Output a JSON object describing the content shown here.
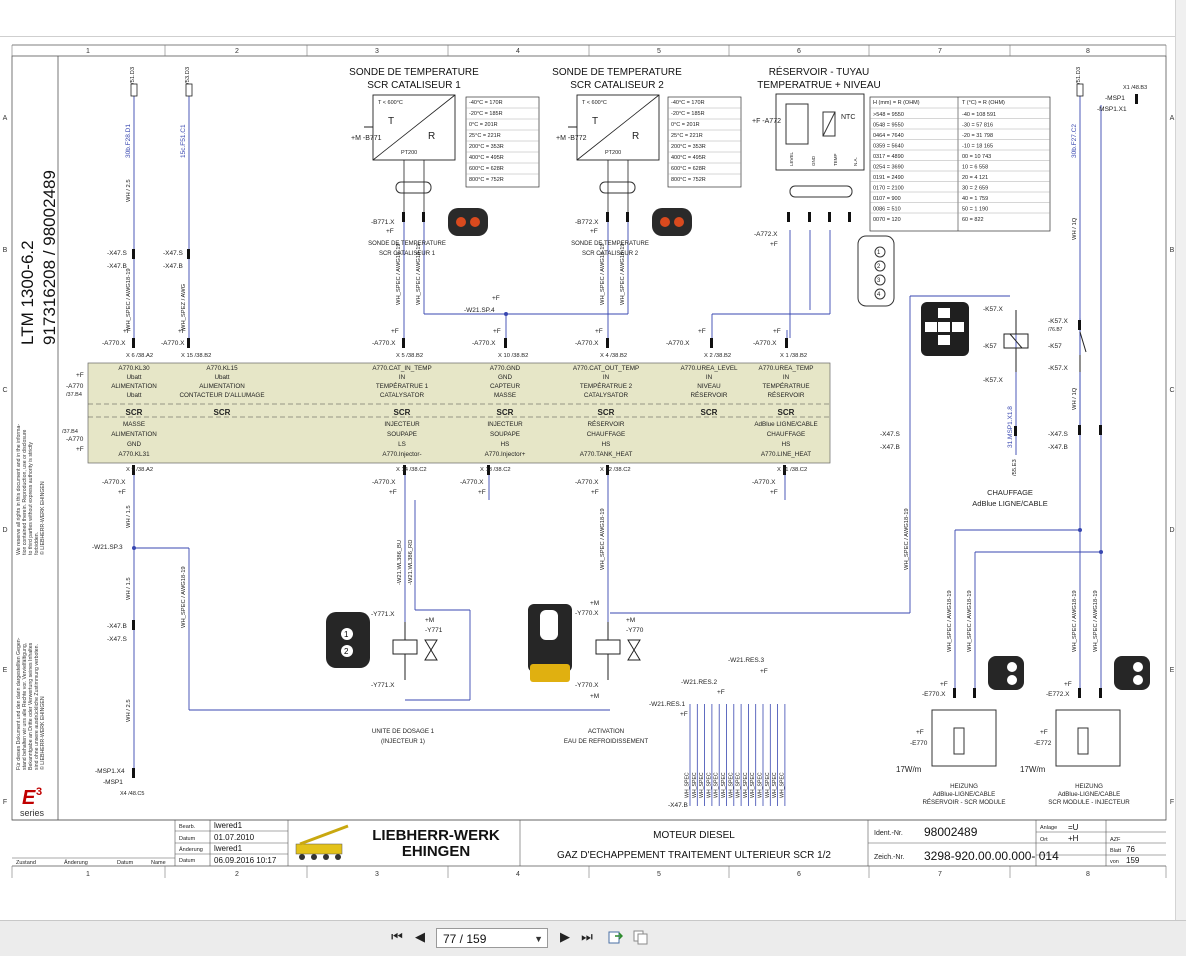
{
  "column_numbers": [
    "1",
    "2",
    "3",
    "4",
    "5",
    "6",
    "7",
    "8"
  ],
  "row_letters": [
    "A",
    "B",
    "C",
    "D",
    "E",
    "F"
  ],
  "side_title": {
    "model": "LTM 1300-6.2",
    "numbers": "917316208  /  98002489"
  },
  "legal_notice_fr": [
    "We reserve all rights in this document and in the informa-",
    "tion contained therein. Reproduction, use or disclosure",
    "to third parties without express authority is strictly",
    "forbidden.",
    "© LIEBHERR-WERK EHINGEN"
  ],
  "legal_notice_de": [
    "Für dieses Dokument und den darin dargestellten Gegen-",
    "stand behalten wir uns alle Rechte vor. Vervielfältigung,",
    "Bekanntgabe an Dritte oder Verwertung seines Inhaltes",
    "sind ohne unsere ausdrückliche Zustimmung verboten.",
    "© LIEBHERR-WERK EHINGEN"
  ],
  "e3_logo": {
    "letter": "E",
    "super": "3",
    "series": "series"
  },
  "sections": {
    "sonde1": [
      "SONDE DE TEMPERATURE",
      "SCR CATALISEUR 1"
    ],
    "sonde2": [
      "SONDE DE TEMPERATURE",
      "SCR CATALISEUR 2"
    ],
    "reservoir": [
      "RÉSERVOIR - TUYAU",
      "TEMPERATRUE + NIVEAU"
    ]
  },
  "sensor_labels": {
    "t_limit": "T < 600°C",
    "t": "T",
    "r": "R",
    "pt200": "PT200",
    "ntc": "NTC",
    "b771_tag": "+M -B771",
    "b772_tag": "+M -B772",
    "a772_tag": "+F -A772"
  },
  "pt200_table": [
    "-40°C = 170R",
    "-20°C = 185R",
    "0°C = 201R",
    "25°C = 221R",
    "200°C = 353R",
    "400°C = 495R",
    "600°C = 628R",
    "800°C = 752R"
  ],
  "level_table": {
    "head_h": "H (mm) = R (OHM)",
    "head_t": "T (°C) = R (OHM)",
    "rows": [
      [
        ">548 = 9550",
        "-40 = 108 591"
      ],
      [
        "0548 = 9550",
        "-30 = 57 816"
      ],
      [
        "0464 = 7640",
        "-20 = 31 798"
      ],
      [
        "0359 = 5640",
        "-10 = 18 165"
      ],
      [
        "0317 = 4890",
        "00 = 10 743"
      ],
      [
        "0254 = 3690",
        "10 = 6 558"
      ],
      [
        "0191 = 2490",
        "20 = 4 121"
      ],
      [
        "0170 = 2100",
        "30 = 2 659"
      ],
      [
        "0107 = 900",
        "40 = 1 759"
      ],
      [
        "0086 = 510",
        "50 = 1 190"
      ],
      [
        "0070 = 120",
        "60 = 822"
      ]
    ]
  },
  "sonde_sublabels": {
    "s1": [
      "SONDE DE TEMPERATURE",
      "SCR CATALISEUR 1"
    ],
    "s2": [
      "SONDE DE TEMPERATURE",
      "SCR CATALISEUR 2"
    ]
  },
  "tags": {
    "x47s": "-X47.S",
    "x47b": "-X47.B",
    "a770x": "-A770.X",
    "plusf": "+F",
    "plusm": "+M",
    "b771x": "-B771.X",
    "b772x": "-B772.X",
    "a772x": "-A772.X",
    "w21sp4": "-W21.SP.4",
    "w21sp3": "-W21.SP.3",
    "y771x": "-Y771.X",
    "y770x": "-Y770.X",
    "y771": "-Y771",
    "y770": "-Y770",
    "msp1x4": "-MSP1.X4",
    "msp1": "-MSP1",
    "x4ref": "X4 /48.C5",
    "k57x": "-K57.X",
    "k57": "-K57",
    "e770x": "-E770.X",
    "e772x": "-E772.X",
    "e770": "-E770",
    "e772": "-E772",
    "x1ref": "X1 /48.B3",
    "msp1_top": "-MSP1",
    "msp1x1": "-MSP1.X1",
    "k57ref": "/76.B7",
    "a770": "-A770",
    "ref_37b4": "/37.B4",
    "w21res1": "-W21.RES.1",
    "w21res2": "-W21.RES.2",
    "w21res3": "-W21.RES.3",
    "x47b_bottom": "-X47.B"
  },
  "wire_labels": {
    "w1": "30b.F28.D1",
    "w2": "15c.F51.C1",
    "w8": "30b.F27.C2",
    "ref1": "/51.D3",
    "ref2": "/53.D3",
    "ref8": "/51.D3",
    "wh25": "WH / 2.5",
    "wh15": "WH / 1.5",
    "wh1q": "WH / 1Q",
    "whspec": "WH_SPEC / AWG18-19",
    "whspez": "WH_SPEZ / AWG",
    "msp1x18": "31.MSP1.X1.8",
    "ref_55e3": "/55.E3",
    "wl386bu": "-W21.WL386_BU",
    "wl386rd": "-W21.WL386_RD",
    "wh_spec_short": "WH_SPEC"
  },
  "terminals": {
    "t6": "X 6  /38.A2",
    "t15": "X 15  /38.B2",
    "t5": "X 5  /38.B2",
    "t10": "X 10  /38.B2",
    "t4": "X 4  /38.B2",
    "t2": "X 2  /38.B2",
    "t1": "X 1  /38.B2",
    "t9": "X 9  /38.A2",
    "t14": "X 14  /38.C2",
    "t13": "X 13  /38.C2",
    "t12": "X 12  /38.C2",
    "t11": "X 11  /38.C2"
  },
  "ecu_columns": [
    {
      "top": [
        "A770.KL30",
        "Ubatt",
        "ALIMENTATION",
        "Ubatt"
      ],
      "mid": "SCR",
      "bot": [
        "MASSE",
        "ALIMENTATION",
        "GND",
        "A770.KL31"
      ]
    },
    {
      "top": [
        "A770.KL15",
        "Ubatt",
        "ALIMENTATION",
        "CONTACTEUR D'ALLUMAGE"
      ],
      "mid": "SCR",
      "bot": [
        "",
        "",
        "",
        ""
      ]
    },
    {
      "top": [
        "A770.CAT_IN_TEMP",
        "IN",
        "TEMPÉRATRUE 1",
        "CATALYSATOR"
      ],
      "mid": "SCR",
      "bot": [
        "INJECTEUR",
        "SOUPAPE",
        "LS",
        "A770.Injector-"
      ]
    },
    {
      "top": [
        "A770.GND",
        "GND",
        "CAPTEUR",
        "MASSE"
      ],
      "mid": "SCR",
      "bot": [
        "INJECTEUR",
        "SOUPAPE",
        "HS",
        "A770.Injector+"
      ]
    },
    {
      "top": [
        "A770.CAT_OUT_TEMP",
        "IN",
        "TEMPÉRATRUE 2",
        "CATALYSATOR"
      ],
      "mid": "SCR",
      "bot": [
        "RÉSERVOIR",
        "CHAUFFAGE",
        "HS",
        "A770.TANK_HEAT"
      ]
    },
    {
      "top": [
        "A770.UREA_LEVEL",
        "IN",
        "NIVEAU",
        "RÉSERVOIR"
      ],
      "mid": "SCR",
      "bot": [
        "",
        "",
        "",
        ""
      ]
    },
    {
      "top": [
        "A770.UREA_TEMP",
        "IN",
        "TEMPÉRATRUE",
        "RÉSERVOIR"
      ],
      "mid": "SCR",
      "bot": [
        "AdBlue LIGNE/CABLE",
        "CHAUFFAGE",
        "HS",
        "A770.LINE_HEAT"
      ]
    }
  ],
  "component_labels": {
    "unite1": [
      "UNITE DE DOSAGE 1",
      "(INJECTEUR 1)"
    ],
    "activation": [
      "ACTIVATION",
      "EAU DE REFROIDISSEMENT"
    ],
    "chauffage": [
      "CHAUFFAGE",
      "AdBlue LIGNE/CABLE"
    ],
    "heizung1": [
      "HEIZUNG",
      "AdBlue-LIGNE/CABLE",
      "RÉSERVOIR - SCR MODULE"
    ],
    "heizung2": [
      "HEIZUNG",
      "AdBlue-LIGNE/CABLE",
      "SCR MODULE - INJECTEUR"
    ],
    "w17": "17W/m",
    "level": "LEVEL",
    "gnd": "GND",
    "temp": "TEMP",
    "na": "N.A."
  },
  "title_block": {
    "bearb_label": "Bearb.",
    "bearb": "lwered1",
    "datum_label": "Datum",
    "datum": "01.07.2010",
    "aenderung_label": "Änderung",
    "aenderung": "lwered1",
    "datum2_label": "Datum",
    "datum2": "06.09.2016  10:17",
    "zustand": "Zustand",
    "aend": "Änderung",
    "dat": "Datum",
    "name": "Name",
    "company": [
      "LIEBHERR-WERK",
      "EHINGEN"
    ],
    "desc1": "MOTEUR DIESEL",
    "desc2": "GAZ D'ECHAPPEMENT TRAITEMENT ULTERIEUR SCR 1/2",
    "ident_label": "Ident.-Nr.",
    "ident": "98002489",
    "zeich_label": "Zeich.-Nr.",
    "zeich": "3298-920.00.00.000- 014",
    "anlage_label": "Anlage",
    "anlage": "=U",
    "ort_label": "Ort",
    "ort": "+H",
    "azf": "AZF",
    "blatt_label": "Blatt",
    "blatt": "76",
    "von_label": "von",
    "von": "159"
  },
  "viewer": {
    "page_value": "77 / 159",
    "first": "⏮",
    "prev": "◀",
    "next": "▶",
    "last": "⏭"
  }
}
